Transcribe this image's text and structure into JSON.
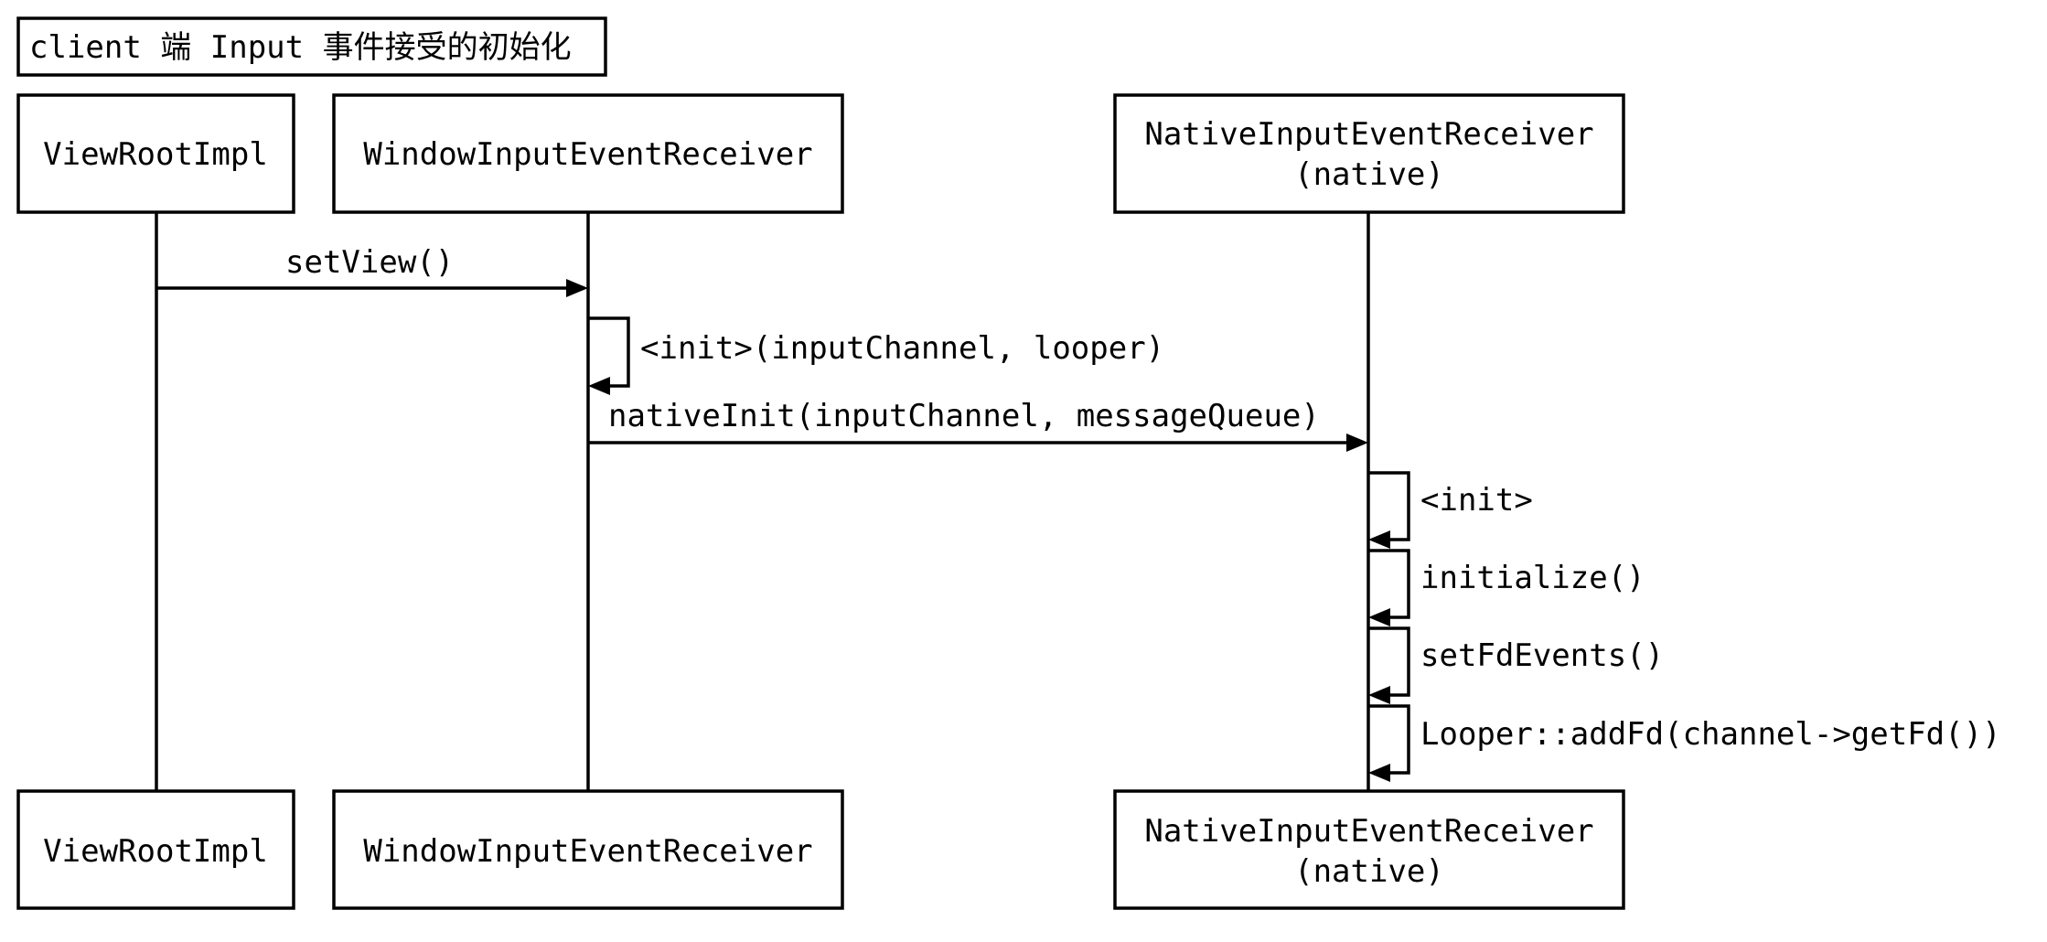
{
  "diagram": {
    "title": "client 端 Input 事件接受的初始化",
    "participants": [
      {
        "id": "viewrootimpl",
        "lines": [
          "ViewRootImpl"
        ]
      },
      {
        "id": "windowreceiver",
        "lines": [
          "WindowInputEventReceiver"
        ]
      },
      {
        "id": "nativereceiver",
        "lines": [
          "NativeInputEventReceiver",
          "(native)"
        ]
      }
    ],
    "messages": [
      {
        "from": "viewrootimpl",
        "to": "windowreceiver",
        "label": "setView()"
      },
      {
        "from": "windowreceiver",
        "to": "windowreceiver",
        "label": "<init>(inputChannel, looper)"
      },
      {
        "from": "windowreceiver",
        "to": "nativereceiver",
        "label": "nativeInit(inputChannel, messageQueue)"
      },
      {
        "from": "nativereceiver",
        "to": "nativereceiver",
        "label": "<init>"
      },
      {
        "from": "nativereceiver",
        "to": "nativereceiver",
        "label": "initialize()"
      },
      {
        "from": "nativereceiver",
        "to": "nativereceiver",
        "label": "setFdEvents()"
      },
      {
        "from": "nativereceiver",
        "to": "nativereceiver",
        "label": "Looper::addFd(channel->getFd())"
      }
    ]
  }
}
